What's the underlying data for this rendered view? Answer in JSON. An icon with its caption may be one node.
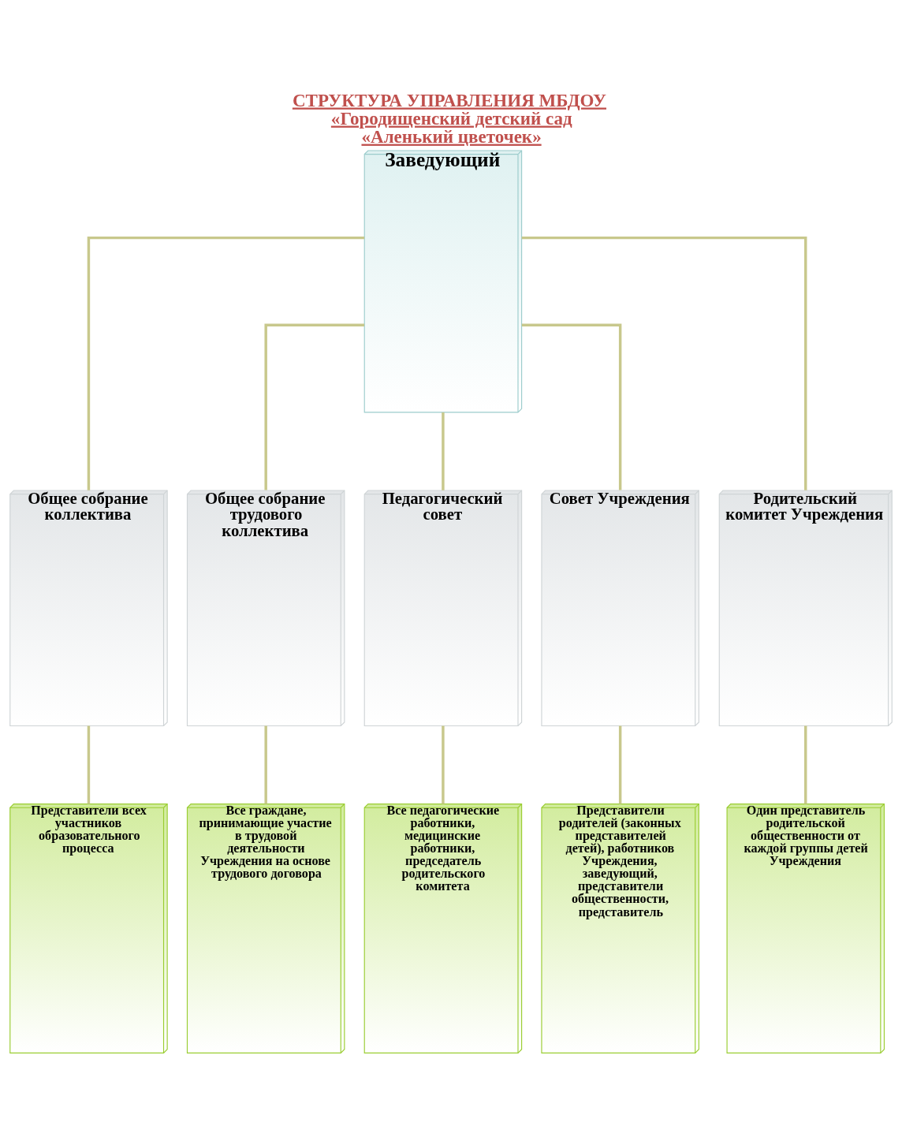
{
  "diagram": {
    "title": "СТРУКТУРА УПРАВЛЕНИЯ МБДОУ «Городищенский детский сад «Аленький цветочек»",
    "nodes": [
      {
        "text": [
          "Заведующий"
        ]
      },
      {
        "text": [
          "Общее собрание коллектива"
        ]
      },
      {
        "text": [
          "Общее собрание трудового коллектива"
        ]
      },
      {
        "text": [
          "Педагогический совет"
        ]
      },
      {
        "text": [
          "Совет Учреждения"
        ]
      },
      {
        "text": [
          "Родительский комитет Учреждения"
        ]
      },
      {
        "text": [
          "Представители всех участников образовательного процесса"
        ]
      },
      {
        "text": [
          "Все граждане, принимающие участие в трудовой деятельности Учреждения на основе трудового договора"
        ]
      },
      {
        "text": [
          "Все педагогические работники, медицинские работники, председатель родительского комитета"
        ]
      },
      {
        "text": [
          "Представители родителей (законных представителей детей), работников Учреждения, заведующий, представители общественности, представитель"
        ]
      },
      {
        "text": [
          "Один представитель родительской общественности от каждой группы детей Учреждения"
        ]
      }
    ],
    "edges": [
      {
        "from": 0,
        "to": 1,
        "arrow": "none"
      },
      {
        "from": 0,
        "to": 2,
        "arrow": "none"
      },
      {
        "from": 0,
        "to": 3,
        "arrow": "none"
      },
      {
        "from": 0,
        "to": 4,
        "arrow": "none"
      },
      {
        "from": 0,
        "to": 5,
        "arrow": "none"
      },
      {
        "from": 1,
        "to": 6,
        "arrow": "none"
      },
      {
        "from": 2,
        "to": 7,
        "arrow": "none"
      },
      {
        "from": 3,
        "to": 8,
        "arrow": "none"
      },
      {
        "from": 4,
        "to": 9,
        "arrow": "none"
      },
      {
        "from": 5,
        "to": 10,
        "arrow": "none"
      }
    ]
  }
}
